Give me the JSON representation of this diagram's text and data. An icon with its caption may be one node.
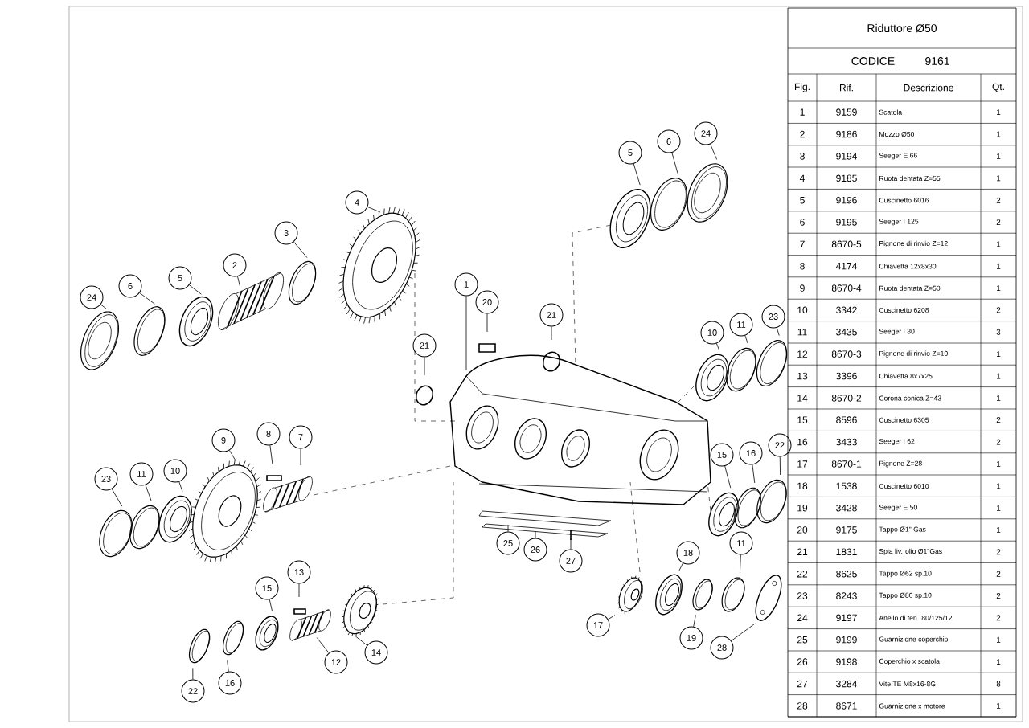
{
  "diagram": {
    "title": "Riduttore Ø50",
    "nodes": [
      {
        "text": [
          "5"
        ]
      },
      {
        "text": [
          "6"
        ]
      },
      {
        "text": [
          "24"
        ]
      },
      {
        "text": [
          "4"
        ]
      },
      {
        "text": [
          "3"
        ]
      },
      {
        "text": [
          "2"
        ]
      },
      {
        "text": [
          "5"
        ]
      },
      {
        "text": [
          "6"
        ]
      },
      {
        "text": [
          "24"
        ]
      },
      {
        "text": [
          "1"
        ]
      },
      {
        "text": [
          "20"
        ]
      },
      {
        "text": [
          "21"
        ]
      },
      {
        "text": [
          "10"
        ]
      },
      {
        "text": [
          "11"
        ]
      },
      {
        "text": [
          "23"
        ]
      },
      {
        "text": [
          "21"
        ]
      },
      {
        "text": [
          "9"
        ]
      },
      {
        "text": [
          "8"
        ]
      },
      {
        "text": [
          "7"
        ]
      },
      {
        "text": [
          "23"
        ]
      },
      {
        "text": [
          "11"
        ]
      },
      {
        "text": [
          "10"
        ]
      },
      {
        "text": [
          "22"
        ]
      },
      {
        "text": [
          "16"
        ]
      },
      {
        "text": [
          "15"
        ]
      },
      {
        "text": [
          "25"
        ]
      },
      {
        "text": [
          "26"
        ]
      },
      {
        "text": [
          "27"
        ]
      },
      {
        "text": [
          "18"
        ]
      },
      {
        "text": [
          "11"
        ]
      },
      {
        "text": [
          "13"
        ]
      },
      {
        "text": [
          "15"
        ]
      },
      {
        "text": [
          "17"
        ]
      },
      {
        "text": [
          "19"
        ]
      },
      {
        "text": [
          "28"
        ]
      },
      {
        "text": [
          "14"
        ]
      },
      {
        "text": [
          "12"
        ]
      },
      {
        "text": [
          "16"
        ]
      },
      {
        "text": [
          "22"
        ]
      }
    ],
    "edges": [
      {
        "from": 0,
        "to": null,
        "arrow": "none"
      },
      {
        "from": 1,
        "to": null,
        "arrow": "none"
      },
      {
        "from": 2,
        "to": null,
        "arrow": "none"
      },
      {
        "from": 3,
        "to": null,
        "arrow": "none"
      },
      {
        "from": 4,
        "to": null,
        "arrow": "none"
      },
      {
        "from": 5,
        "to": null,
        "arrow": "none"
      },
      {
        "from": 6,
        "to": null,
        "arrow": "none"
      },
      {
        "from": 7,
        "to": null,
        "arrow": "none"
      },
      {
        "from": 8,
        "to": null,
        "arrow": "none"
      },
      {
        "from": 9,
        "to": null,
        "arrow": "none"
      },
      {
        "from": 10,
        "to": null,
        "arrow": "none"
      },
      {
        "from": 11,
        "to": null,
        "arrow": "none"
      },
      {
        "from": 12,
        "to": null,
        "arrow": "none"
      },
      {
        "from": 13,
        "to": null,
        "arrow": "none"
      },
      {
        "from": 14,
        "to": null,
        "arrow": "none"
      },
      {
        "from": 15,
        "to": null,
        "arrow": "none"
      },
      {
        "from": 16,
        "to": null,
        "arrow": "none"
      },
      {
        "from": 17,
        "to": null,
        "arrow": "none"
      },
      {
        "from": 18,
        "to": null,
        "arrow": "none"
      },
      {
        "from": 19,
        "to": null,
        "arrow": "none"
      },
      {
        "from": 20,
        "to": null,
        "arrow": "none"
      },
      {
        "from": 21,
        "to": null,
        "arrow": "none"
      },
      {
        "from": 22,
        "to": null,
        "arrow": "none"
      },
      {
        "from": 23,
        "to": null,
        "arrow": "none"
      },
      {
        "from": 24,
        "to": null,
        "arrow": "none"
      },
      {
        "from": 25,
        "to": null,
        "arrow": "none"
      },
      {
        "from": 26,
        "to": null,
        "arrow": "none"
      },
      {
        "from": 27,
        "to": null,
        "arrow": "none"
      },
      {
        "from": 28,
        "to": null,
        "arrow": "none"
      },
      {
        "from": 29,
        "to": null,
        "arrow": "none"
      },
      {
        "from": 30,
        "to": null,
        "arrow": "none"
      },
      {
        "from": 31,
        "to": null,
        "arrow": "none"
      },
      {
        "from": 32,
        "to": null,
        "arrow": "none"
      },
      {
        "from": 33,
        "to": null,
        "arrow": "none"
      },
      {
        "from": 34,
        "to": null,
        "arrow": "none"
      },
      {
        "from": 35,
        "to": null,
        "arrow": "none"
      },
      {
        "from": 36,
        "to": null,
        "arrow": "none"
      },
      {
        "from": 37,
        "to": null,
        "arrow": "none"
      },
      {
        "from": 38,
        "to": null,
        "arrow": "none"
      }
    ],
    "labels": [
      "CODICE",
      "9161",
      "Fig.",
      "Rif.",
      "Descrizione",
      "Qt.",
      "1",
      "9159",
      "Scatola",
      "1",
      "2",
      "9186",
      "Mozzo Ø50",
      "1",
      "3",
      "9194",
      "Seeger E 66",
      "1",
      "4",
      "9185",
      "Ruota dentata Z=55",
      "1",
      "5",
      "9196",
      "Cuscinetto 6016",
      "2",
      "6",
      "9195",
      "Seeger I 125",
      "2",
      "7",
      "8670-5",
      "Pignone di rinvio Z=12",
      "1",
      "8",
      "4174",
      "Chiavetta 12x8x30",
      "1",
      "9",
      "8670-4",
      "Ruota dentata Z=50",
      "1",
      "10",
      "3342",
      "Cuscinetto 6208",
      "2",
      "11",
      "3435",
      "Seeger I 80",
      "3",
      "12",
      "8670-3",
      "Pignone di rinvio Z=10",
      "1",
      "13",
      "3396",
      "Chiavetta 8x7x25",
      "1",
      "14",
      "8670-2",
      "Corona conica Z=43",
      "1",
      "15",
      "8596",
      "Cuscinetto 6305",
      "2",
      "16",
      "3433",
      "Seeger I 62",
      "2",
      "17",
      "8670-1",
      "Pignone Z=28",
      "1",
      "18",
      "1538",
      "Cuscinetto 6010",
      "1",
      "19",
      "3428",
      "Seeger E 50",
      "1",
      "20",
      "9175",
      "Tappo Ø1\" Gas",
      "1",
      "21",
      "1831",
      "Spia liv. olio Ø1\"Gas",
      "2",
      "22",
      "8625",
      "Tappo Ø62 sp.10",
      "2",
      "23",
      "8243",
      "Tappo Ø80 sp.10",
      "2",
      "24",
      "9197",
      "Anello di ten. 80/125/12",
      "2",
      "25",
      "9199",
      "Guarnizione coperchio",
      "1",
      "26",
      "9198",
      "Coperchio x scatola",
      "1",
      "27",
      "3284",
      "Vite TE M8x16-8G",
      "8",
      "28",
      "8671",
      "Guarnizione x motore",
      "1"
    ]
  }
}
